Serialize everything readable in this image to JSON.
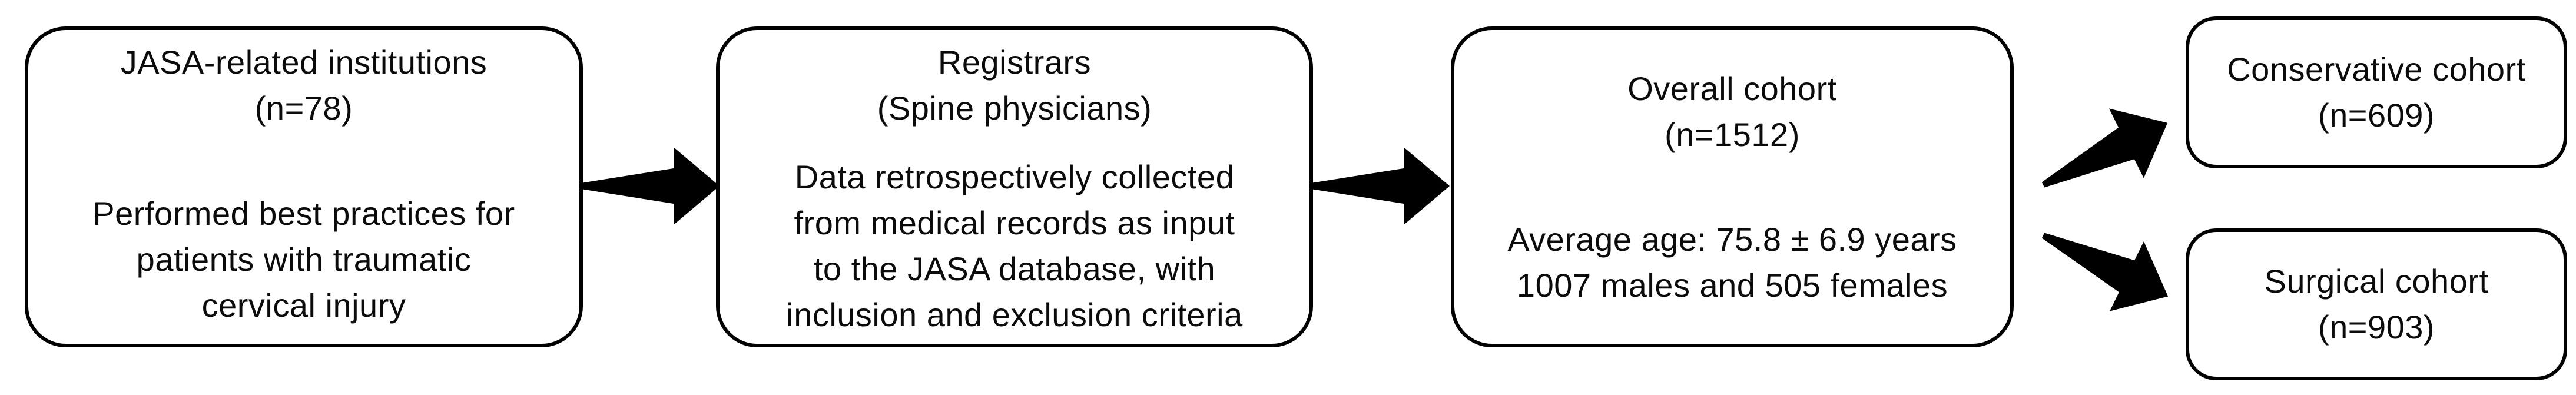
{
  "figure": {
    "background_color": "#ffffff",
    "ink_color": "#000000"
  },
  "boxes": [
    {
      "name": "jasa-institutions",
      "header_lines": [
        "JASA-related institutions",
        "(n=78)"
      ],
      "body_lines": [
        "Performed best practices for",
        "patients with traumatic",
        "cervical injury"
      ]
    },
    {
      "name": "registrars",
      "header_lines": [
        "Registrars",
        "(Spine physicians)"
      ],
      "body_lines": [
        "Data retrospectively collected",
        "from medical records as input",
        "to the JASA database, with",
        "inclusion and exclusion criteria"
      ]
    },
    {
      "name": "overall-cohort",
      "header_lines": [
        "Overall cohort",
        "(n=1512)"
      ],
      "body_lines": [
        "Average age: 75.8 ± 6.9 years",
        "1007 males and 505 females"
      ]
    },
    {
      "name": "conservative-cohort",
      "header_lines": [
        "Conservative cohort",
        "(n=609)"
      ]
    },
    {
      "name": "surgical-cohort",
      "header_lines": [
        "Surgical cohort",
        "(n=903)"
      ]
    }
  ],
  "arrows": [
    {
      "name": "arrow-right-icon",
      "from": "jasa-institutions",
      "to": "registrars"
    },
    {
      "name": "arrow-right-icon",
      "from": "registrars",
      "to": "overall-cohort"
    },
    {
      "name": "arrow-up-right-icon",
      "from": "overall-cohort",
      "to": "conservative-cohort"
    },
    {
      "name": "arrow-down-right-icon",
      "from": "overall-cohort",
      "to": "surgical-cohort"
    }
  ]
}
